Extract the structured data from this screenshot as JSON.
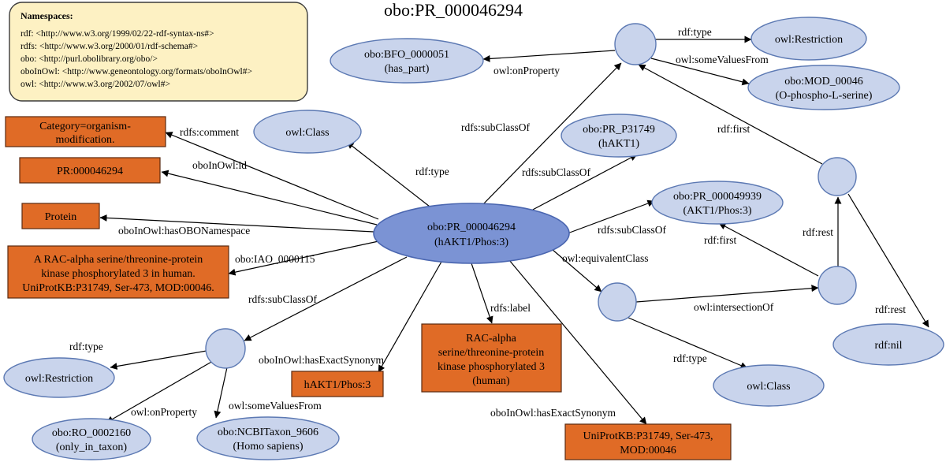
{
  "title": "obo:PR_000046294",
  "namespaces": {
    "heading": "Namespaces",
    "lines": [
      "rdf: <http://www.w3.org/1999/02/22-rdf-syntax-ns#>",
      "rdfs: <http://www.w3.org/2000/01/rdf-schema#>",
      "obo: <http://purl.obolibrary.org/obo/>",
      "oboInOwl: <http://www.geneontology.org/formats/oboInOwl#>",
      "owl: <http://www.w3.org/2002/07/owl#>"
    ]
  },
  "nodes": {
    "main": [
      "obo:PR_000046294",
      "(hAKT1/Phos:3)"
    ],
    "bfo": [
      "obo:BFO_0000051",
      "(has_part)"
    ],
    "restriction_top": [
      "owl:Restriction"
    ],
    "mod": [
      "obo:MOD_00046",
      "(O-phospho-L-serine)"
    ],
    "owl_class_top": [
      "owl:Class"
    ],
    "pr_p31749": [
      "obo:PR_P31749",
      "(hAKT1)"
    ],
    "pr_49939": [
      "obo:PR_000049939",
      "(AKT1/Phos:3)"
    ],
    "rdf_nil": [
      "rdf:nil"
    ],
    "owl_class_bottom": [
      "owl:Class"
    ],
    "restriction_bottom": [
      "owl:Restriction"
    ],
    "ro": [
      "obo:RO_0002160",
      "(only_in_taxon)"
    ],
    "ncbi": [
      "obo:NCBITaxon_9606",
      "(Homo sapiens)"
    ],
    "lit_category": [
      "Category=organism-",
      "modification."
    ],
    "lit_pr": [
      "PR:000046294"
    ],
    "lit_protein": [
      "Protein"
    ],
    "lit_def": [
      "A RAC-alpha serine/threonine-protein",
      "kinase phosphorylated 3 in human.",
      "UniProtKB:P31749, Ser-473, MOD:00046."
    ],
    "lit_syn1": [
      "hAKT1/Phos:3"
    ],
    "lit_label": [
      "RAC-alpha",
      "serine/threonine-protein",
      "kinase phosphorylated 3",
      "(human)"
    ],
    "lit_syn2": [
      "UniProtKB:P31749, Ser-473,",
      "MOD:00046"
    ]
  },
  "edges": {
    "rdfs_comment": "rdfs:comment",
    "oboinowl_id": "oboInOwl:id",
    "has_obo_namespace": "oboInOwl:hasOBONamespace",
    "iao": "obo:IAO_0000115",
    "rdf_type_main": "rdf:type",
    "subclass_top": "rdfs:subClassOf",
    "subclass_p31749": "rdfs:subClassOf",
    "subclass_49939": "rdfs:subClassOf",
    "equivalent_class": "owl:equivalentClass",
    "subclass_bottom": "rdfs:subClassOf",
    "exact_syn1": "oboInOwl:hasExactSynonym",
    "rdfs_label": "rdfs:label",
    "exact_syn2": "oboInOwl:hasExactSynonym",
    "rdf_type_top": "rdf:type",
    "on_property_top": "owl:onProperty",
    "some_values_top": "owl:someValuesFrom",
    "rdf_first_top": "rdf:first",
    "rdf_first_mid": "rdf:first",
    "rdf_rest_mid": "rdf:rest",
    "rdf_rest_bottom": "rdf:rest",
    "intersection_of": "owl:intersectionOf",
    "rdf_type_bottom": "rdf:type",
    "rdf_type_left": "rdf:type",
    "on_property_bottom": "owl:onProperty",
    "some_values_bottom": "owl:someValuesFrom"
  }
}
